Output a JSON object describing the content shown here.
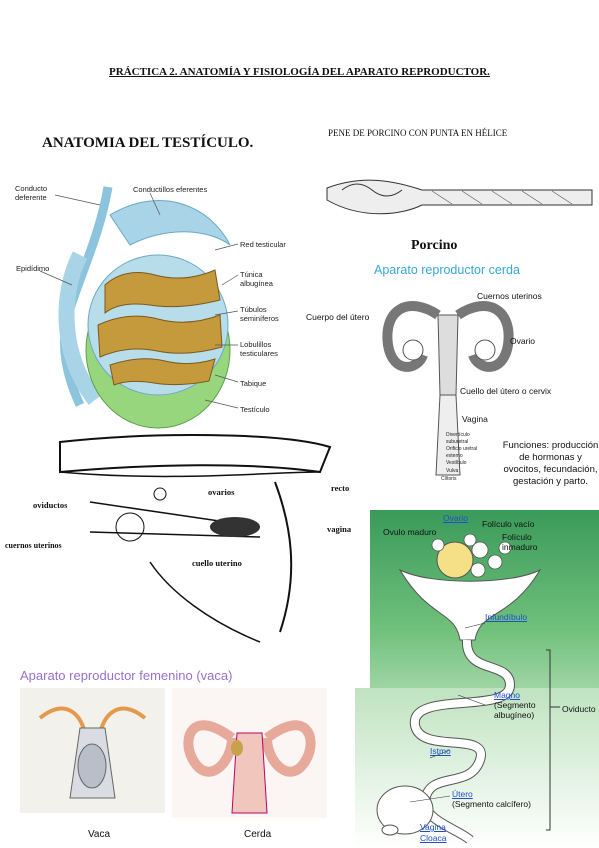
{
  "title": "PRÁCTICA 2. ANATOMÍA Y FISIOLOGÍA DEL APARATO REPRODUCTOR.",
  "testis": {
    "heading": "ANATOMIA DEL TESTÍCULO.",
    "labels": {
      "conducto_deferente": "Conducto deferente",
      "conductillos": "Conductillos eferentes",
      "epididimo": "Epidídimo",
      "red": "Red testicular",
      "tunica": "Túnica albugínea",
      "tubulos": "Túbulos seminíferos",
      "lobulillos": "Lobulillos testiculares",
      "tabique": "Tabique",
      "testiculo": "Testículo"
    }
  },
  "pig_penis": {
    "caption": "PENE DE PORCINO CON PUNTA EN HÉLICE",
    "label": "Porcino"
  },
  "sow": {
    "title": "Aparato reproductor cerda",
    "labels": {
      "cuernos": "Cuernos uterinos",
      "cuerpo": "Cuerpo del útero",
      "ovario": "Ovario",
      "cuello": "Cuello del útero o cervix",
      "vagina": "Vagina"
    },
    "small_labels": [
      "Divertículo suburetral",
      "Orificio uretral externo",
      "Vestíbulo",
      "Vulva",
      "Clítoris"
    ],
    "functions": "Funciones: producción de hormonas y ovocitos, fecundación, gestación y parto."
  },
  "cow_sketch": {
    "labels": {
      "ovarios": "ovarios",
      "recto": "recto",
      "oviductos": "oviductos",
      "vagina": "vagina",
      "cuernos": "cuernos uterinos",
      "cuello": "cuello uterino"
    }
  },
  "hen": {
    "labels": {
      "ovario": "Ovario",
      "ovulo": "Ovulo maduro",
      "foliculo_vacio": "Folículo vacío",
      "foliculo_inmaduro": "Folículo inmaduro",
      "infundibulo": "Infundíbulo",
      "magno": "Magno",
      "magno_sub": "(Segmento albugíneo)",
      "oviducto": "Oviducto",
      "istmo": "Istmo",
      "utero": "Útero",
      "utero_sub": "(Segmento calcífero)",
      "vagina": "Vagina",
      "cloaca": "Cloaca"
    }
  },
  "cow_female": {
    "title": "Aparato reproductor femenino (vaca)",
    "vaca": "Vaca",
    "cerda": "Cerda"
  }
}
